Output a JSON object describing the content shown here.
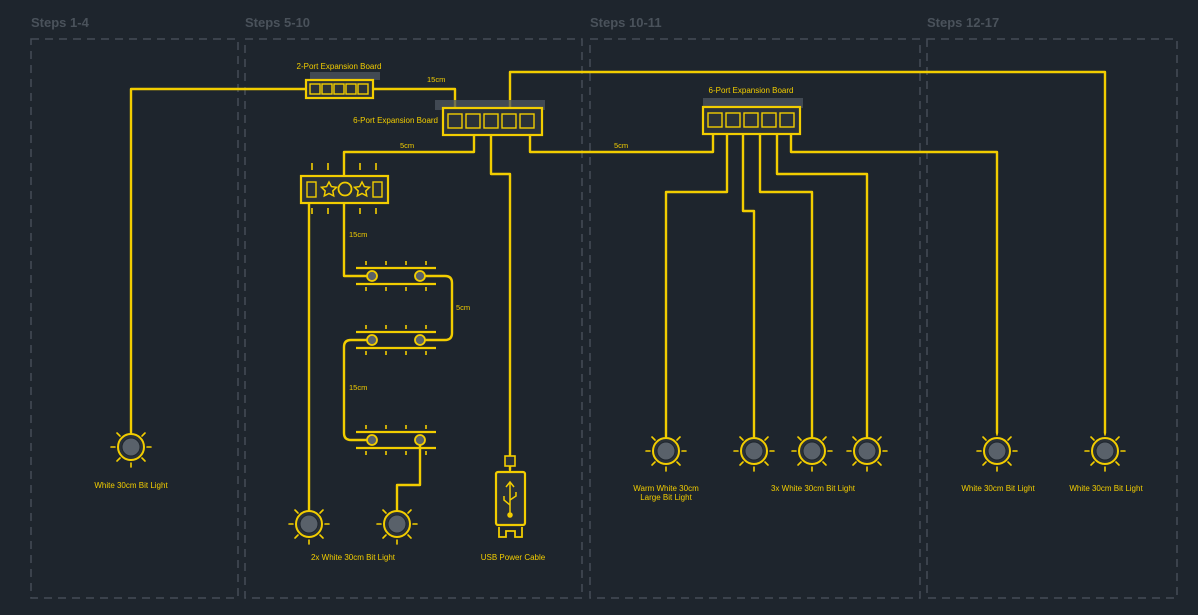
{
  "sections": [
    {
      "title": "Steps 1-4"
    },
    {
      "title": "Steps 5-10"
    },
    {
      "title": "Steps 10-11"
    },
    {
      "title": "Steps 12-17"
    }
  ],
  "boards": {
    "two_port": "2-Port Expansion Board",
    "six_port_a": "6-Port Expansion Board",
    "six_port_b": "6-Port Expansion Board"
  },
  "distances": {
    "d_15cm_top": "15cm",
    "d_5cm_a": "5cm",
    "d_5cm_b": "5cm",
    "d_15cm_mid": "15cm",
    "d_5cm_right": "5cm",
    "d_15cm_low": "15cm"
  },
  "labels": {
    "light_a": "White 30cm Bit Light",
    "light_b": "2x White 30cm Bit Light",
    "usb": "USB Power Cable",
    "warm_line1": "Warm White 30cm",
    "warm_line2": "Large Bit Light",
    "triple": "3x White 30cm Bit Light",
    "light_c": "White 30cm Bit Light",
    "light_d": "White 30cm Bit Light"
  },
  "colors": {
    "background": "#1e252d",
    "wire": "#f2cd00",
    "section_border": "#454d56",
    "section_title": "#4a525b"
  },
  "icons": [
    "bulb-icon",
    "usb-icon",
    "star-icon",
    "circle-icon"
  ]
}
